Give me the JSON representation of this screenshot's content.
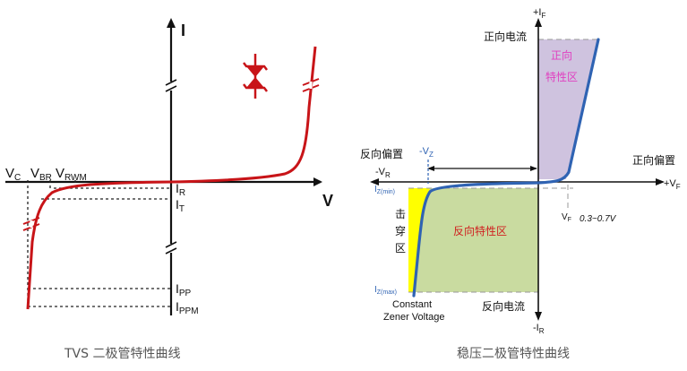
{
  "left_figure": {
    "caption": "TVS 二极管特性曲线",
    "axis_y_label": "I",
    "axis_x_label": "V",
    "labels": {
      "vc": "V",
      "vc_sub": "C",
      "vbr": "V",
      "vbr_sub": "BR",
      "vrwm": "V",
      "vrwm_sub": "RWM",
      "ir": "I",
      "ir_sub": "R",
      "it": "I",
      "it_sub": "T",
      "ipp": "I",
      "ipp_sub": "PP",
      "ippm": "I",
      "ippm_sub": "PPM"
    },
    "colors": {
      "curve": "#c81418",
      "axis": "#111111"
    }
  },
  "right_figure": {
    "caption": "稳压二极管特性曲线",
    "axis_labels": {
      "plus_if": "+I",
      "plus_if_sub": "F",
      "minus_ir": "-I",
      "minus_ir_sub": "R",
      "plus_vf": "+V",
      "plus_vf_sub": "F",
      "minus_vr": "-V",
      "minus_vr_sub": "R"
    },
    "text": {
      "forward_current": "正向电流",
      "reverse_current": "反向电流",
      "forward_bias": "正向偏置",
      "reverse_bias": "反向偏置",
      "forward_region_line1": "正向",
      "forward_region_line2": "特性区",
      "reverse_region": "反向特性区",
      "breakdown_1": "击",
      "breakdown_2": "穿",
      "breakdown_3": "区",
      "minus_vz": "-V",
      "minus_vz_sub": "Z",
      "iz_min": "I",
      "iz_min_sub": "Z(min)",
      "iz_max": "I",
      "iz_max_sub": "Z(max)",
      "vf": "V",
      "vf_sub": "F",
      "vf_range": "0.3~0.7V",
      "constant_line1": "Constant",
      "constant_line2": "Zener Voltage"
    },
    "colors": {
      "curve": "#2f63b3",
      "forward_region": "#cfc3df",
      "reverse_region": "#c9dba0",
      "breakdown_region": "#ffff00",
      "forward_region_text": "#e040c0",
      "reverse_region_text": "#d02020",
      "label_blue": "#2f63b3"
    }
  }
}
